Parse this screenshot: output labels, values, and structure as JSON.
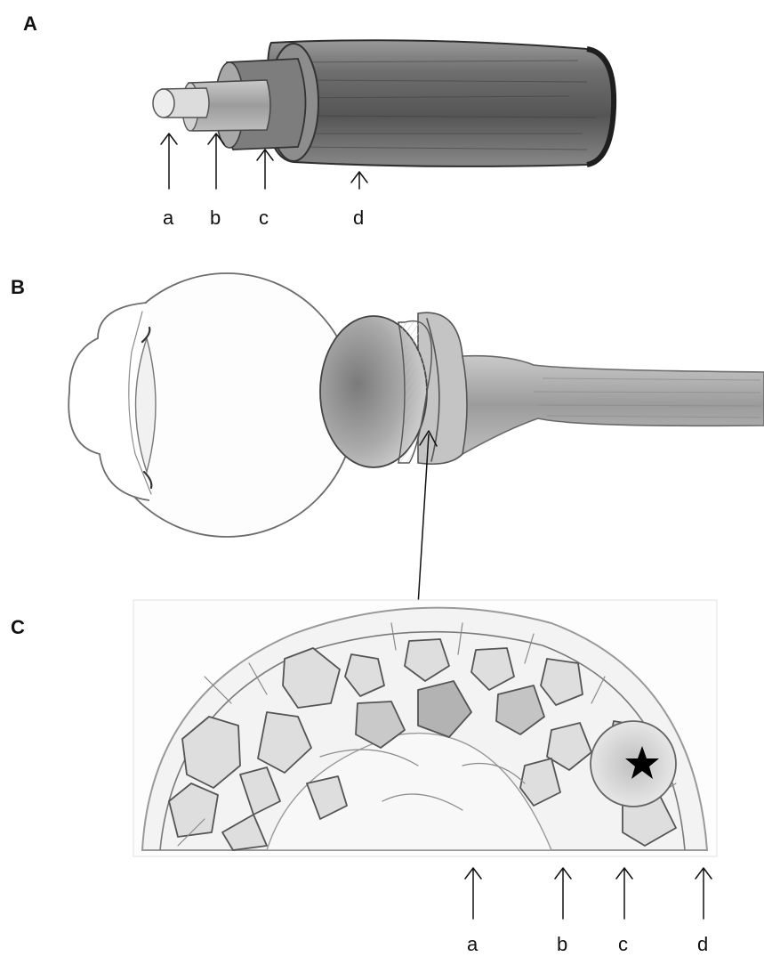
{
  "panels": {
    "A": {
      "label": "A",
      "markers": [
        "a",
        "b",
        "c",
        "d"
      ]
    },
    "B": {
      "label": "B"
    },
    "C": {
      "label": "C",
      "markers": [
        "a",
        "b",
        "c",
        "d"
      ]
    }
  },
  "colors": {
    "ink": "#111111",
    "graphite_dark": "#3a3a3a",
    "graphite_mid": "#777777",
    "graphite_light": "#b5b5b5"
  },
  "icons": [
    "up-arrow-icon",
    "star-icon"
  ]
}
